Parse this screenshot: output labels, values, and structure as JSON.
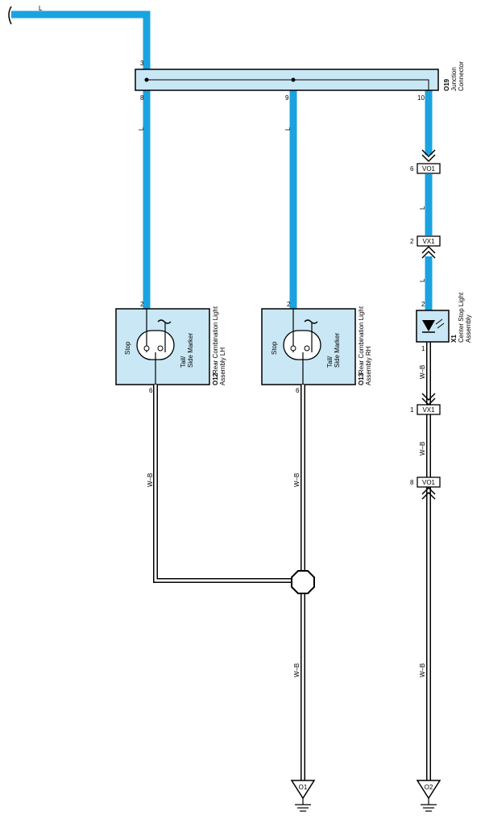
{
  "wires": {
    "l_top": "L",
    "l_left": "L",
    "l_mid": "L",
    "l_right_a": "L",
    "l_right_b": "L",
    "wb_left": "W–B",
    "wb_mid": "W–B",
    "wb_bottom_left": "W–B",
    "wb_right_a": "W–B",
    "wb_right_b": "W–B",
    "wb_right_c": "W–B"
  },
  "junction": {
    "code": "O19",
    "line1": "Junction",
    "line2": "Connector",
    "pin_in": "3",
    "pin_left": "8",
    "pin_mid": "9",
    "pin_right": "10"
  },
  "lamp_lh": {
    "code": "O12",
    "line1": "Rear Combination Light",
    "line2": "Assembly LH",
    "stop": "Stop",
    "tail": "Tail/",
    "side": "Side Marker",
    "pin_top": "2",
    "pin_bottom": "6"
  },
  "lamp_rh": {
    "code": "O13",
    "line1": "Rear Combination Light",
    "line2": "Assembly RH",
    "stop": "Stop",
    "tail": "Tail/",
    "side": "Side Marker",
    "pin_top": "2",
    "pin_bottom": "6"
  },
  "center_stop": {
    "code": "X1",
    "line1": "Center Stop Light",
    "line2": "Assembly",
    "pin_top": "2",
    "pin_bottom": "1"
  },
  "connectors": {
    "vo1_top": {
      "label": "VO1",
      "pin": "6"
    },
    "vx1_top": {
      "label": "VX1",
      "pin": "2"
    },
    "vx1_bottom": {
      "label": "VX1",
      "pin": "1"
    },
    "vo1_bottom": {
      "label": "VO1",
      "pin": "8"
    }
  },
  "grounds": {
    "left": "O1",
    "right": "O2"
  }
}
